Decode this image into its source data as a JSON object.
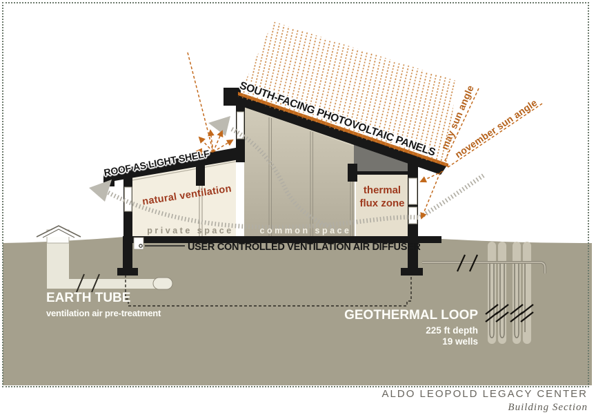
{
  "title": "Aldo Leopold Legacy Center building section diagram",
  "labels": {
    "roof_light_shelf": "ROOF AS LIGHT SHELF",
    "pv_panels": "SOUTH-FACING PHOTOVOLTAIC PANELS",
    "may_sun_angle": "may sun angle",
    "november_sun_angle": "november sun angle",
    "natural_ventilation": "natural ventilation",
    "thermal_flux_zone": "thermal flux zone",
    "private_space": "private space",
    "common_space": "common space",
    "diffuser": "USER CONTROLLED VENTILATION AIR DIFFUSER"
  },
  "earth_tube": {
    "title": "EARTH TUBE",
    "subtitle": "ventilation air pre-treatment"
  },
  "geothermal": {
    "title": "GEOTHERMAL LOOP",
    "depth": "225 ft depth",
    "wells": "19 wells"
  },
  "footer": {
    "title": "ALDO LEOPOLD LEGACY CENTER",
    "subtitle": "Building Section"
  },
  "colors": {
    "accent_orange": "#c2691c",
    "label_red": "#9e3a1e",
    "ground": "#a5a08d",
    "interior_private": "#f3eee0",
    "interior_common": "#c2bdab",
    "thermal_zone": "#e6dfcd",
    "structure_black": "#181818",
    "border_green": "#6c7a6c",
    "caption_gray": "#68655e"
  }
}
